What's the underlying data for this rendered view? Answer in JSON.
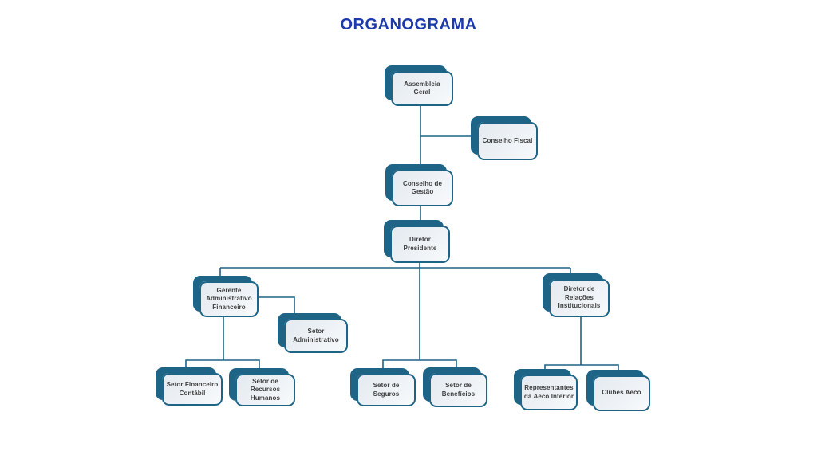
{
  "title": "ORGANOGRAMA",
  "colors": {
    "title": "#1c3aaa",
    "node_border": "#1e6486",
    "node_shadow": "#1e6486",
    "node_fill": "#e9eef3",
    "connector": "#1e6486",
    "node_text": "#3f3f3f",
    "background": "#ffffff"
  },
  "nodes": {
    "assembleia_geral": {
      "label": "Assembleia\nGeral",
      "parent": null
    },
    "conselho_fiscal": {
      "label": "Conselho Fiscal",
      "parent": "assembleia_geral"
    },
    "conselho_gestao": {
      "label": "Conselho de\nGestão",
      "parent": "assembleia_geral"
    },
    "diretor_presidente": {
      "label": "Diretor\nPresidente",
      "parent": "conselho_gestao"
    },
    "gerente_adm_financeiro": {
      "label": "Gerente\nAdministrativo\nFinanceiro",
      "parent": "diretor_presidente"
    },
    "setor_administrativo": {
      "label": "Setor\nAdministrativo",
      "parent": "gerente_adm_financeiro"
    },
    "diretor_relacoes": {
      "label": "Diretor de\nRelações\nInstitucionais",
      "parent": "diretor_presidente"
    },
    "setor_financeiro_contabil": {
      "label": "Setor Financeiro\nContábil",
      "parent": "gerente_adm_financeiro"
    },
    "setor_recursos_humanos": {
      "label": "Setor de\nRecursos\nHumanos",
      "parent": "gerente_adm_financeiro"
    },
    "setor_seguros": {
      "label": "Setor de Seguros",
      "parent": "diretor_presidente"
    },
    "setor_beneficios": {
      "label": "Setor de\nBenefícios",
      "parent": "diretor_presidente"
    },
    "representantes_aeco": {
      "label": "Representantes\nda Aeco Interior",
      "parent": "diretor_relacoes"
    },
    "clubes_aeco": {
      "label": "Clubes Aeco",
      "parent": "diretor_relacoes"
    }
  }
}
